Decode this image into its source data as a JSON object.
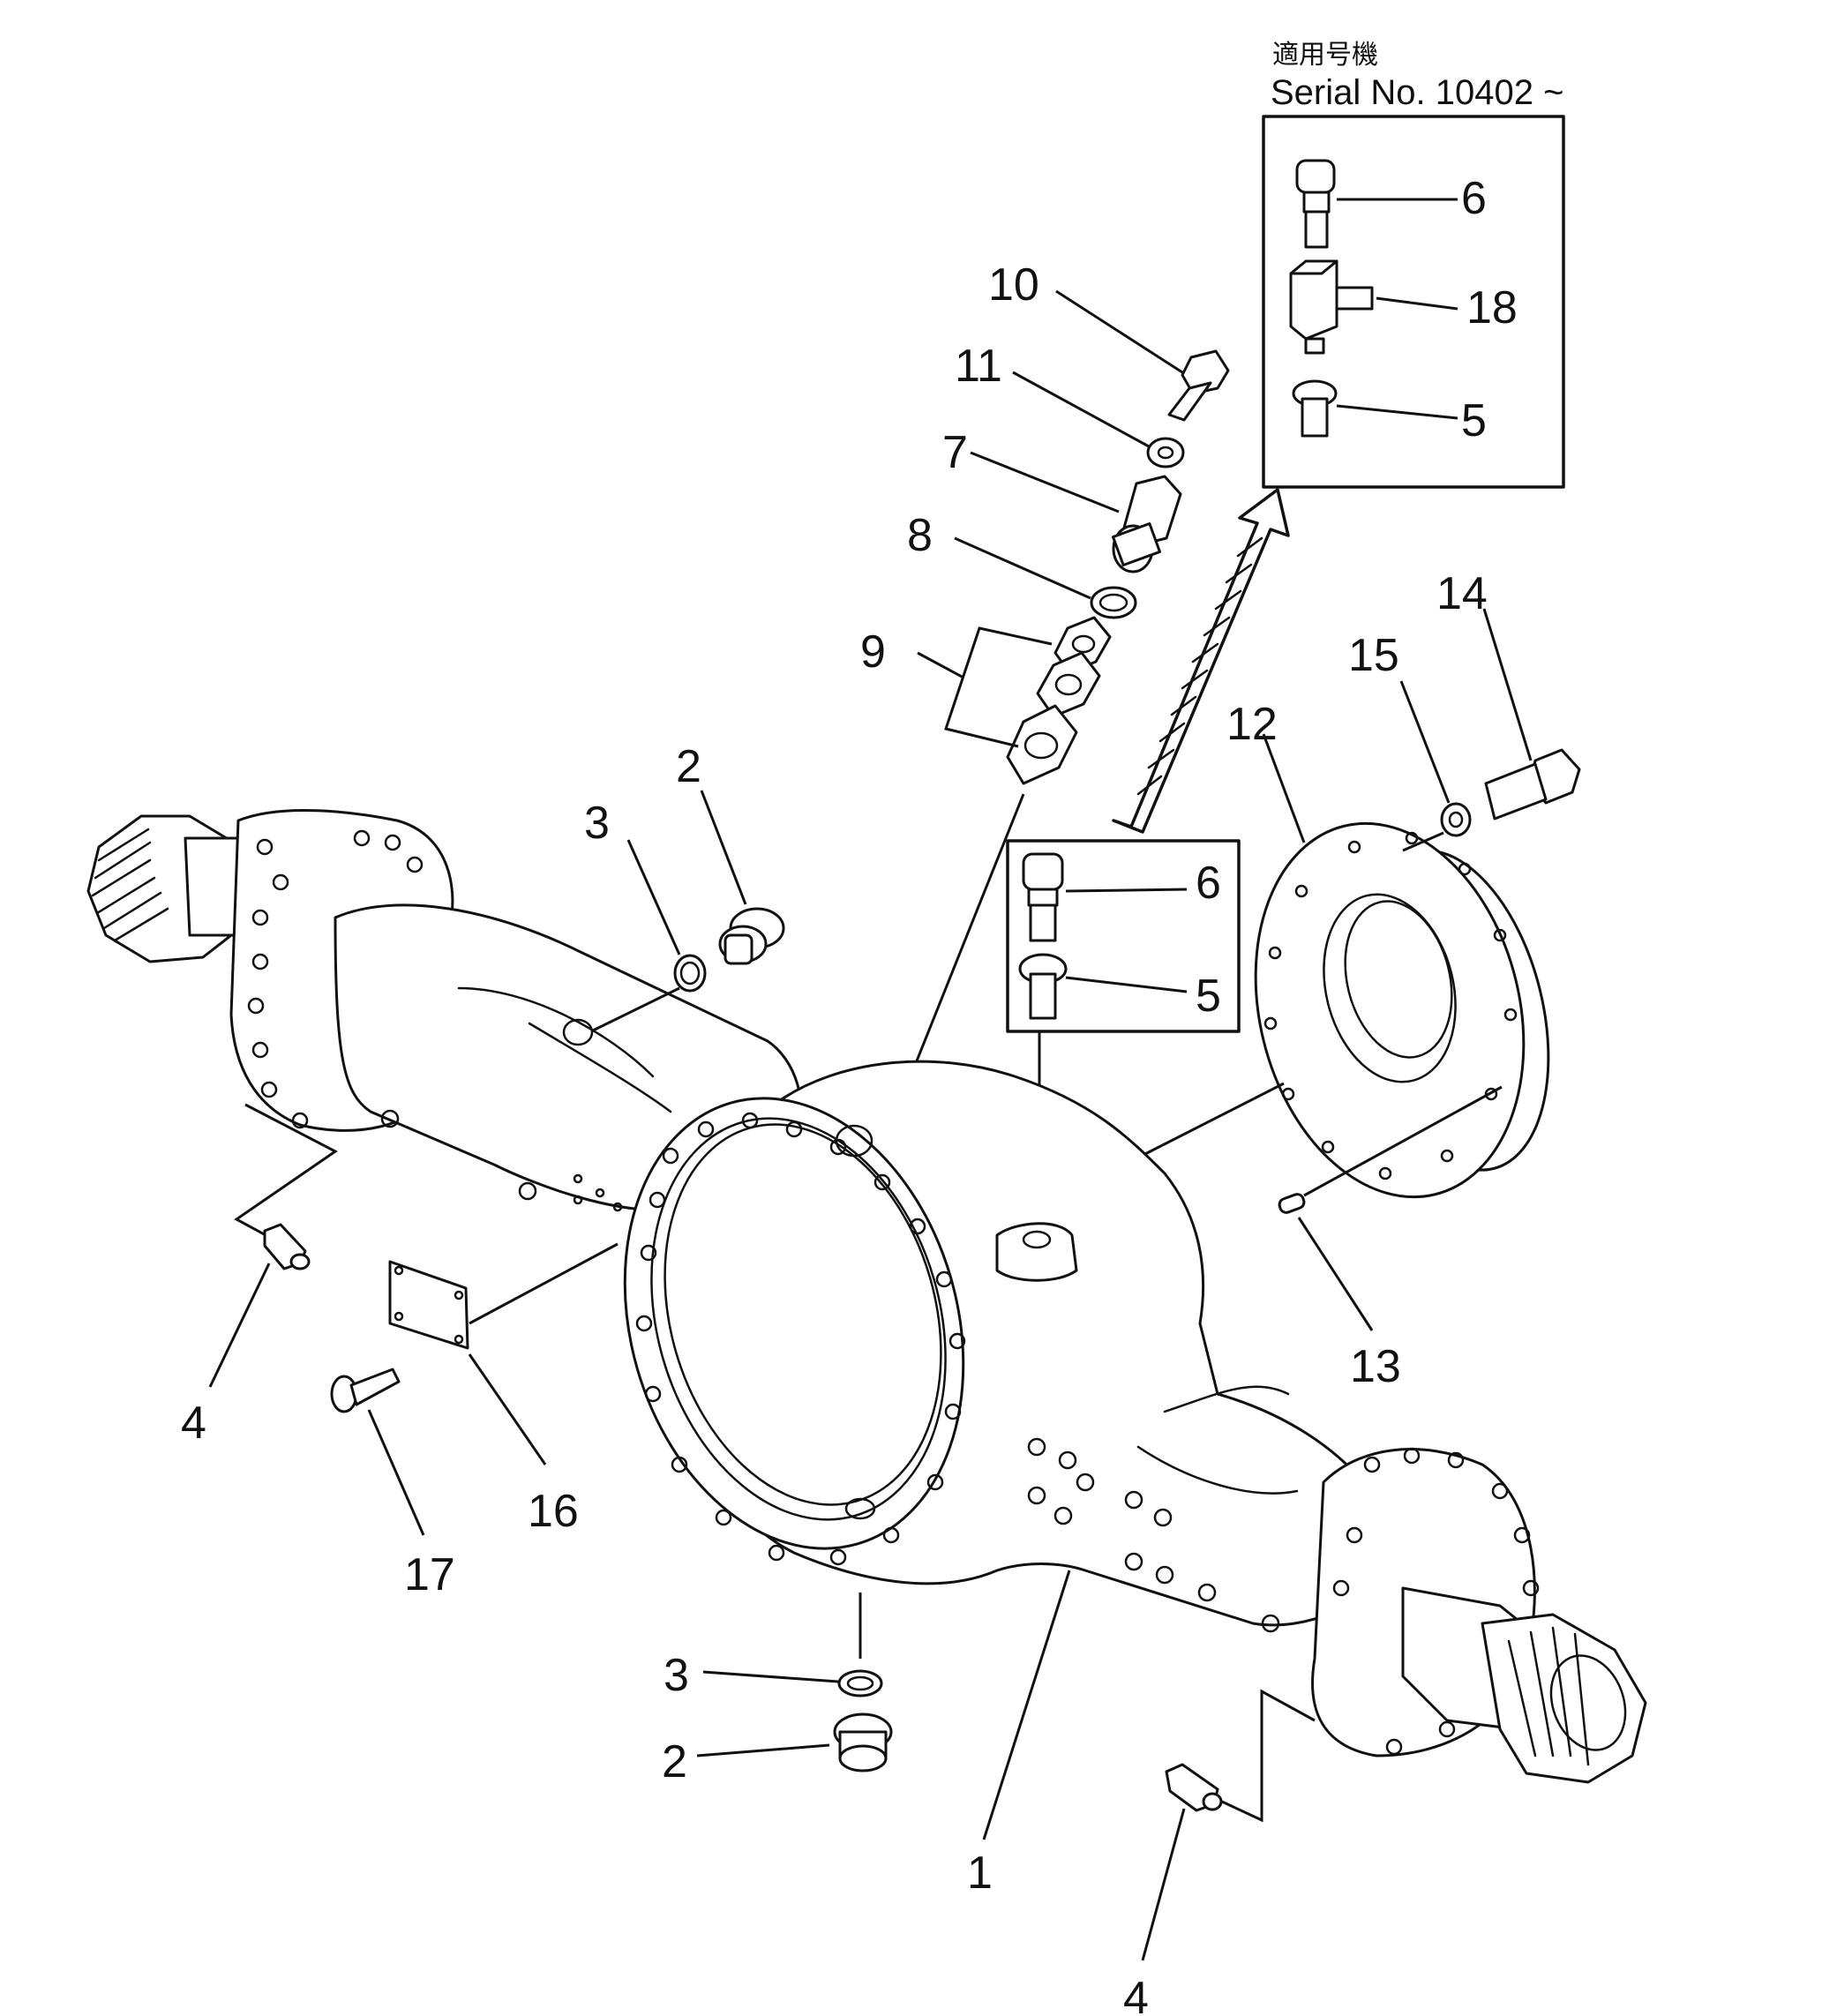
{
  "header": {
    "applicable_model": "適用号機",
    "serial": "Serial  No. 10402 ~"
  },
  "callouts": {
    "c1": "1",
    "c2a": "2",
    "c2b": "2",
    "c3a": "3",
    "c3b": "3",
    "c4a": "4",
    "c4b": "4",
    "c5a": "5",
    "c5b": "5",
    "c6a": "6",
    "c6b": "6",
    "c7": "7",
    "c8": "8",
    "c9": "9",
    "c10": "10",
    "c11": "11",
    "c12": "12",
    "c13": "13",
    "c14": "14",
    "c15": "15",
    "c16": "16",
    "c17": "17",
    "c18": "18"
  }
}
